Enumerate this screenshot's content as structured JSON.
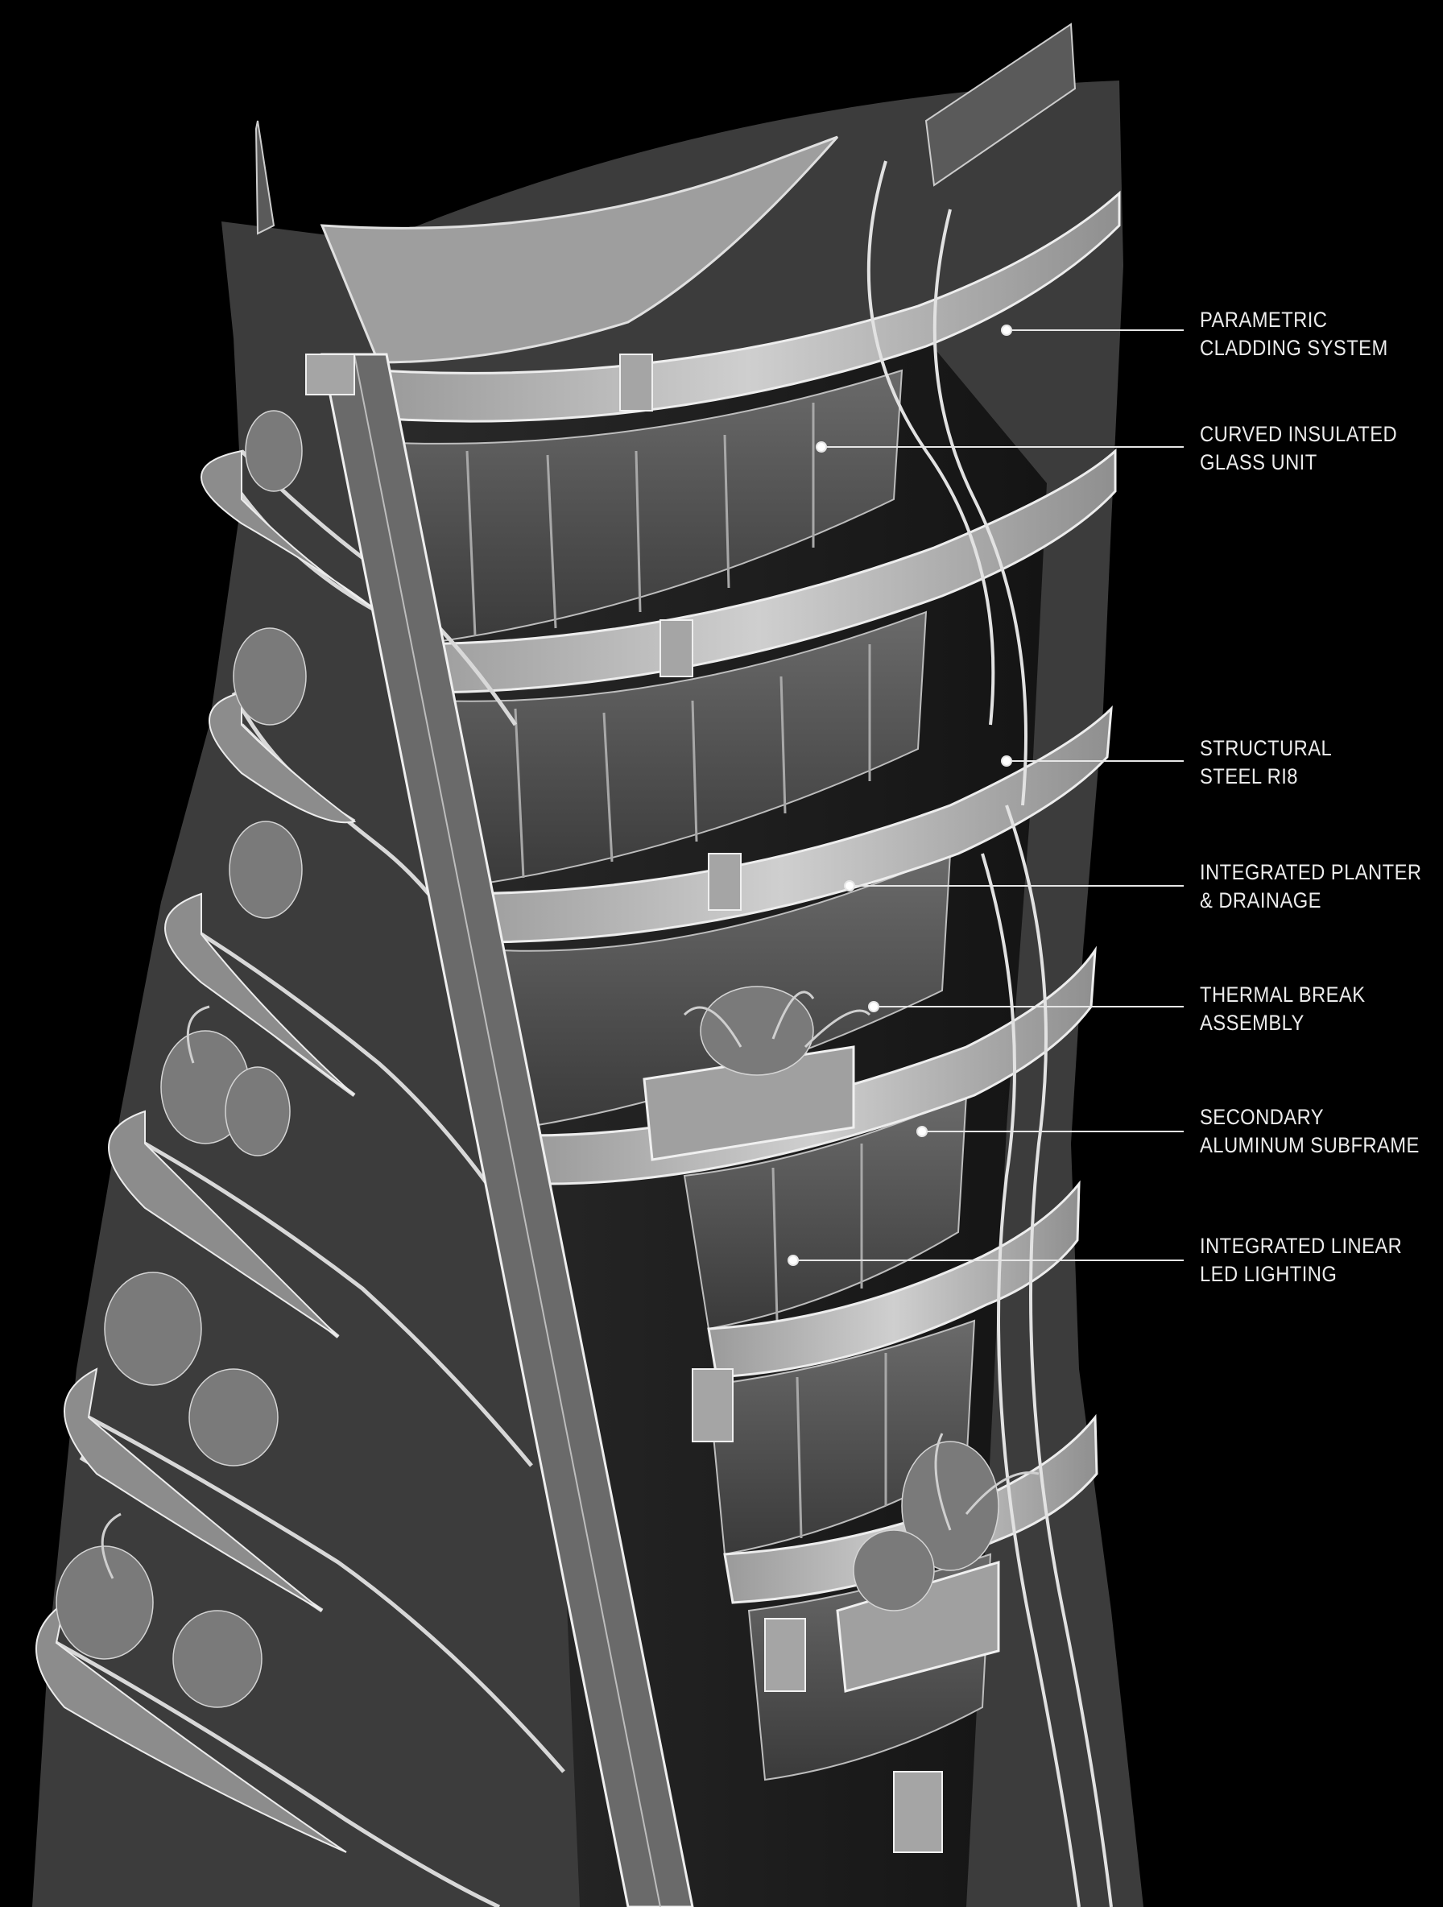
{
  "diagram": {
    "subject": "parametric tower facade cutaway",
    "colors": {
      "background": "#000000",
      "label": "#ececec",
      "leader": "#e6e6e6",
      "cladding_light": "#c4c4c4",
      "cladding_mid": "#8a8a8a",
      "glass": "#4a4a4a",
      "interior": "#1e1e1e",
      "planting": "#6e6e6e"
    },
    "callouts": [
      {
        "id": "parametric-cladding-system",
        "line1": "PARAMETRIC",
        "line2": "CLADDING SYSTEM"
      },
      {
        "id": "curved-insulated-glass-unit",
        "line1": "CURVED INSULATED",
        "line2": "GLASS UNIT"
      },
      {
        "id": "structural-steel-rib",
        "line1": "STRUCTURAL",
        "line2": "STEEL RI8"
      },
      {
        "id": "integrated-planter-drainage",
        "line1": "INTEGRATED PLANTER",
        "line2": "& DRAINAGE"
      },
      {
        "id": "thermal-break-assembly",
        "line1": "THERMAL BREAK",
        "line2": "ASSEMBLY"
      },
      {
        "id": "secondary-aluminum-subframe",
        "line1": "SECONDARY",
        "line2": "ALUMINUM SUBFRAME"
      },
      {
        "id": "integrated-linear-led-lighting",
        "line1": "INTEGRATED LINEAR",
        "line2": "LED LIGHTING"
      }
    ]
  }
}
